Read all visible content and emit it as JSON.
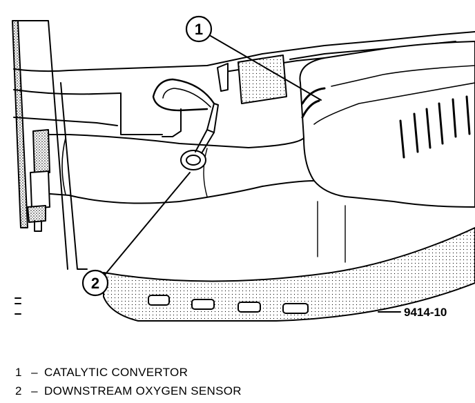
{
  "figure": {
    "id": "9414-10",
    "callouts": [
      {
        "number": "1",
        "label": "CATALYTIC CONVERTOR"
      },
      {
        "number": "2",
        "label": "DOWNSTREAM OXYGEN SENSOR"
      }
    ],
    "separator": "–"
  },
  "colors": {
    "ink": "#000000",
    "paper": "#ffffff",
    "shade": "#9a9a9a"
  }
}
